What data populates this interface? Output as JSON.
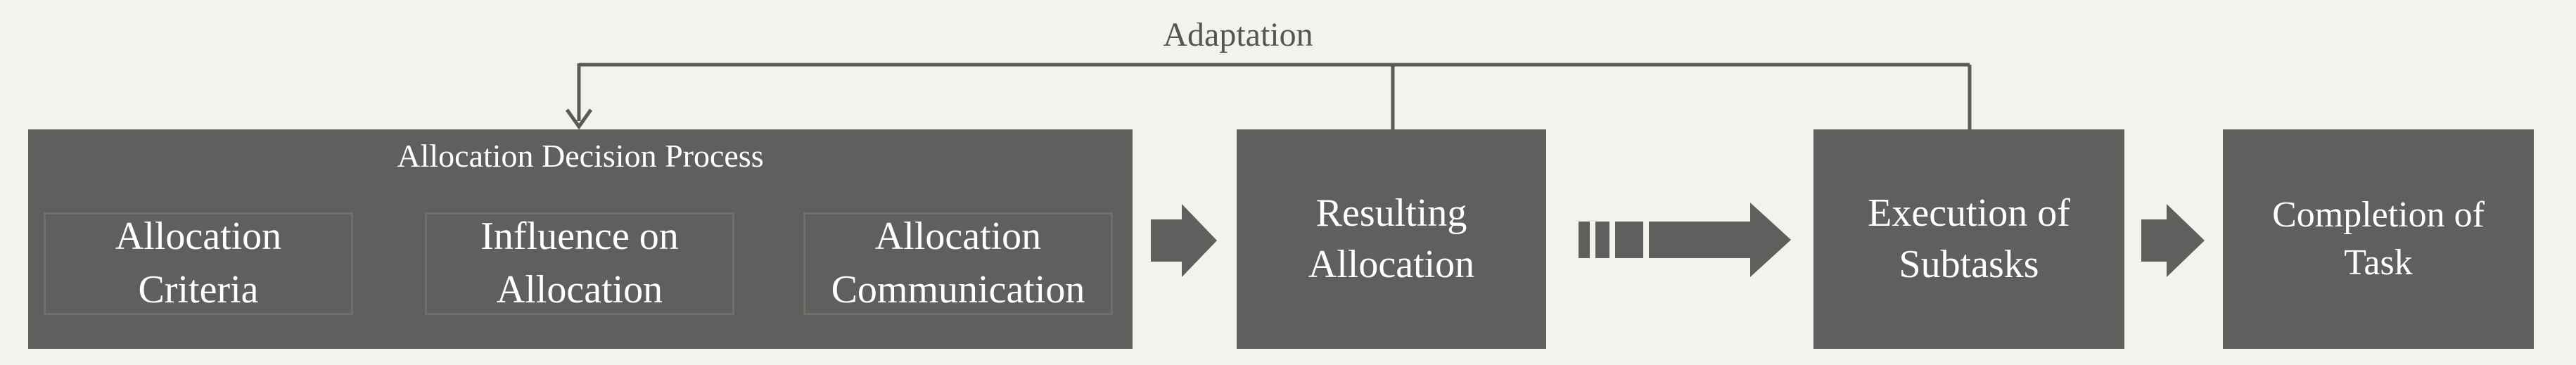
{
  "feedback": {
    "label": "Adaptation"
  },
  "decision_process": {
    "title": "Allocation Decision Process",
    "components": [
      {
        "label": "Allocation\nCriteria"
      },
      {
        "label": "Influence on\nAllocation"
      },
      {
        "label": "Allocation\nCommunication"
      }
    ]
  },
  "steps": {
    "resulting_allocation": "Resulting\nAllocation",
    "execution": "Execution of\nSubtasks",
    "completion": "Completion of\nTask"
  },
  "colors": {
    "block_fill": "#5f5f5d",
    "line": "#5a5a58",
    "background": "#f3f2ec",
    "text_on_block": "#ffffff"
  }
}
